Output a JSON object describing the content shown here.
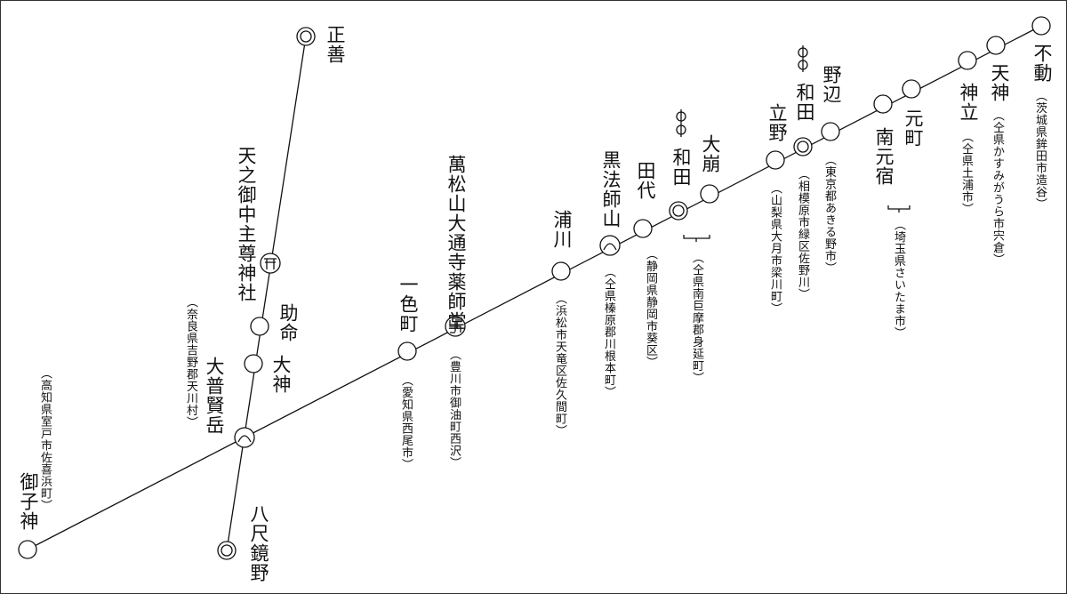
{
  "stations": {
    "fudo": {
      "name": "不動",
      "addr": "（茨城県鉾田市造谷）"
    },
    "tenjin": {
      "name": "天神",
      "addr": "（仝県かすみがうら市宍倉）"
    },
    "kandatsu": {
      "name": "神立",
      "addr": "（仝県土浦市）"
    },
    "motomachi": {
      "name": "元町"
    },
    "minamimotojuku": {
      "name": "南元宿",
      "addr": "（埼玉県さいたま市）"
    },
    "nobe": {
      "name": "野辺",
      "addr": "（東京都あきる野市）"
    },
    "wada1": {
      "name": "和田",
      "addr": "（相模原市緑区佐野川）"
    },
    "tatsuno": {
      "name": "立野",
      "addr": "（山梨県大月市梁川町）"
    },
    "okuzure": {
      "name": "大崩"
    },
    "wada2": {
      "name": "和田",
      "addr": "（仝県南巨摩郡身延町）"
    },
    "tashiro": {
      "name": "田代",
      "addr": "（静岡県静岡市葵区）"
    },
    "kurohoshi": {
      "name": "黒法師山",
      "addr": "（仝県榛原郡川根本町）"
    },
    "urakawa": {
      "name": "浦川",
      "addr": "（浜松市天竜区佐久間町）"
    },
    "mansho": {
      "name": "萬松山大通寺薬師堂",
      "addr": "（豊川市御油町西沢）"
    },
    "isshiki": {
      "name": "一色町",
      "addr": "（愛知県西尾市）"
    },
    "ofugendake": {
      "name": "大普賢岳",
      "addr": "（奈良県吉野郡天川村）"
    },
    "omiwa": {
      "name": "大神"
    },
    "sukemei": {
      "name": "助命"
    },
    "amanominaka": {
      "name": "天之御中主尊神社"
    },
    "shozen": {
      "name": "正善"
    },
    "yata": {
      "name": "八尺鏡野"
    },
    "mikogami": {
      "name": "御子神",
      "addr": "（高知県室戸市佐喜浜町）"
    }
  }
}
